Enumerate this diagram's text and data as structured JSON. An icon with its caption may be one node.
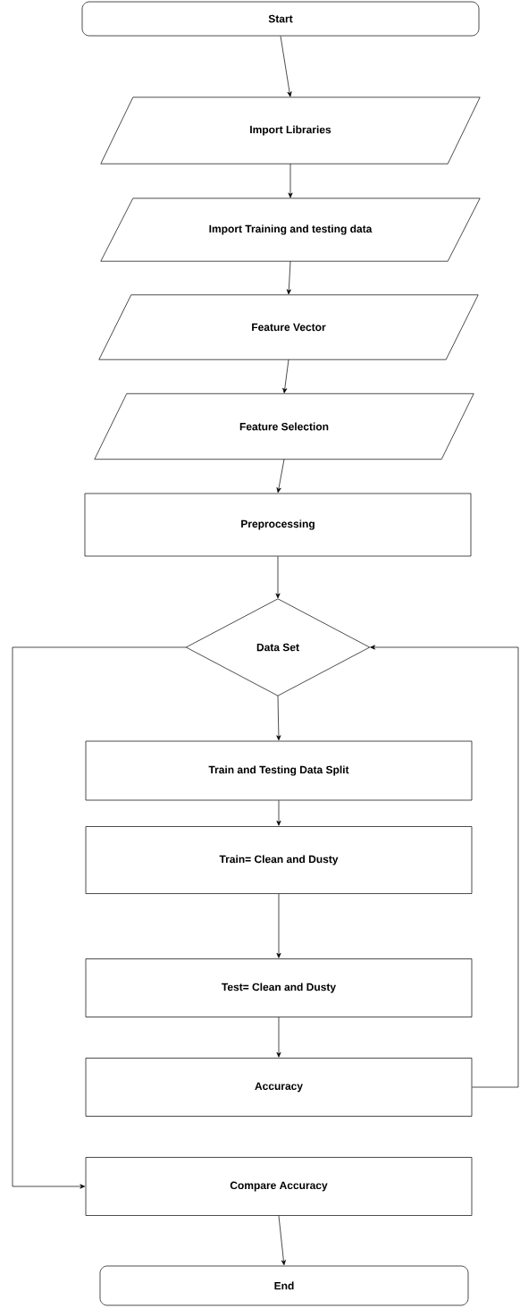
{
  "diagram": {
    "nodes": [
      {
        "text": [
          "Start"
        ]
      },
      {
        "text": [
          "Import Libraries"
        ]
      },
      {
        "text": [
          "Import Training and testing data"
        ]
      },
      {
        "text": [
          "Feature Vector"
        ]
      },
      {
        "text": [
          "Feature Selection"
        ]
      },
      {
        "text": [
          "Preprocessing"
        ]
      },
      {
        "text": [
          "Data Set"
        ]
      },
      {
        "text": [
          "Train and Testing Data Split"
        ]
      },
      {
        "text": [
          "Train= Clean and Dusty"
        ]
      },
      {
        "text": [
          "Test= Clean and Dusty"
        ]
      },
      {
        "text": [
          "Accuracy"
        ]
      },
      {
        "text": [
          "Compare Accuracy"
        ]
      },
      {
        "text": [
          "End"
        ]
      }
    ],
    "edges": [
      {
        "from": 0,
        "to": 1,
        "arrow": "to"
      },
      {
        "from": 1,
        "to": 2,
        "arrow": "to"
      },
      {
        "from": 2,
        "to": 3,
        "arrow": "to"
      },
      {
        "from": 3,
        "to": 4,
        "arrow": "to"
      },
      {
        "from": 4,
        "to": 5,
        "arrow": "to"
      },
      {
        "from": 5,
        "to": 6,
        "arrow": "to"
      },
      {
        "from": 6,
        "to": 7,
        "arrow": "to"
      },
      {
        "from": 7,
        "to": 8,
        "arrow": "to"
      },
      {
        "from": 8,
        "to": 9,
        "arrow": "to"
      },
      {
        "from": 9,
        "to": 10,
        "arrow": "to"
      },
      {
        "from": 10,
        "to": 6,
        "arrow": "to"
      },
      {
        "from": 6,
        "to": 11,
        "arrow": "to"
      },
      {
        "from": 11,
        "to": 12,
        "arrow": "to"
      }
    ]
  }
}
